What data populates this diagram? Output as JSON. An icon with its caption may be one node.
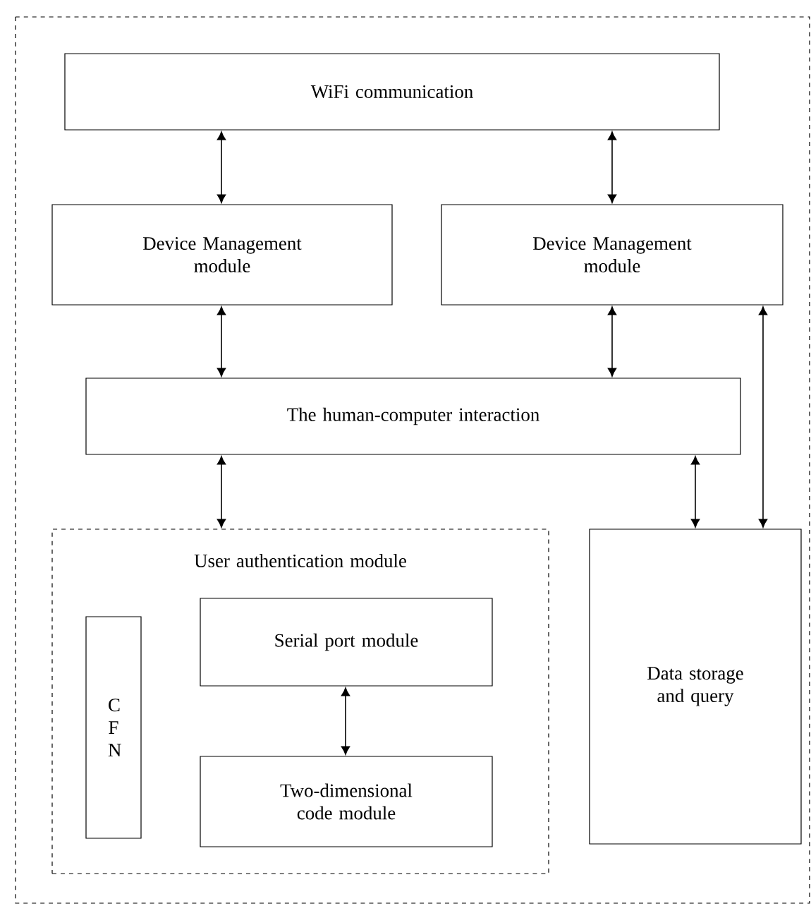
{
  "diagram": {
    "nodes": [
      {
        "text": [
          "WiFi communication"
        ]
      },
      {
        "text": [
          "Device Management module"
        ]
      },
      {
        "text": [
          "Device Management module"
        ]
      },
      {
        "text": [
          "The human-computer interaction"
        ]
      },
      {
        "text": [
          "User authentication module"
        ]
      },
      {
        "text": [
          "C F N"
        ],
        "in": 4
      },
      {
        "text": [
          "Serial port module"
        ],
        "in": 4
      },
      {
        "text": [
          "Two-dimensional code module"
        ],
        "in": 4
      },
      {
        "text": [
          "Data storage and query"
        ]
      }
    ],
    "edges": [
      {
        "from": 0,
        "to": 1,
        "arrow": "both"
      },
      {
        "from": 0,
        "to": 2,
        "arrow": "both"
      },
      {
        "from": 1,
        "to": 3,
        "arrow": "both"
      },
      {
        "from": 2,
        "to": 3,
        "arrow": "both"
      },
      {
        "from": 3,
        "to": 4,
        "arrow": "both"
      },
      {
        "from": 3,
        "to": 8,
        "arrow": "both"
      },
      {
        "from": 2,
        "to": 8,
        "arrow": "both"
      },
      {
        "from": 6,
        "to": 7,
        "arrow": "both"
      }
    ]
  }
}
